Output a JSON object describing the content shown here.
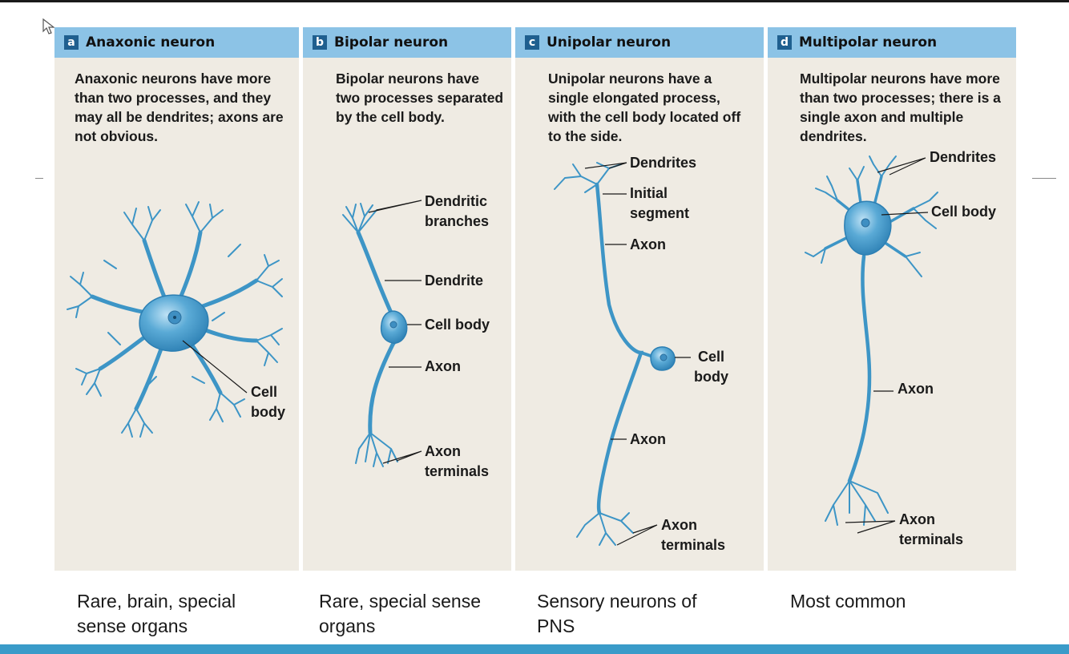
{
  "panels": [
    {
      "letter": "a",
      "title": "Anaxonic neuron",
      "description": "Anaxonic neurons have more than two processes, and they may all be dendrites; axons are not obvious.",
      "labels": {
        "cell_body": "Cell\nbody"
      },
      "caption": "Rare, brain, special sense organs"
    },
    {
      "letter": "b",
      "title": "Bipolar neuron",
      "description": "Bipolar neurons have two processes separated by the cell body.",
      "labels": {
        "dendritic_branches": "Dendritic\nbranches",
        "dendrite": "Dendrite",
        "cell_body": "Cell body",
        "axon": "Axon",
        "axon_terminals": "Axon\nterminals"
      },
      "caption": "Rare, special sense organs"
    },
    {
      "letter": "c",
      "title": "Unipolar neuron",
      "description": "Unipolar neurons have a single elongated process, with the cell body located off to the side.",
      "labels": {
        "dendrites": "Dendrites",
        "initial_segment": "Initial\nsegment",
        "axon_upper": "Axon",
        "cell_body": "Cell\nbody",
        "axon_lower": "Axon",
        "axon_terminals": "Axon\nterminals"
      },
      "caption": "Sensory neurons of PNS"
    },
    {
      "letter": "d",
      "title": "Multipolar neuron",
      "description": "Multipolar neurons have more than two processes; there is a single axon and multiple dendrites.",
      "labels": {
        "dendrites": "Dendrites",
        "cell_body": "Cell body",
        "axon": "Axon",
        "axon_terminals": "Axon\nterminals"
      },
      "caption": "Most common"
    }
  ],
  "colors": {
    "header": "#8cc3e6",
    "panel_bg": "#efebe3",
    "badge": "#1f5f8f",
    "neuron": "#3d95c6",
    "bottom_band": "#3a9bc9"
  }
}
